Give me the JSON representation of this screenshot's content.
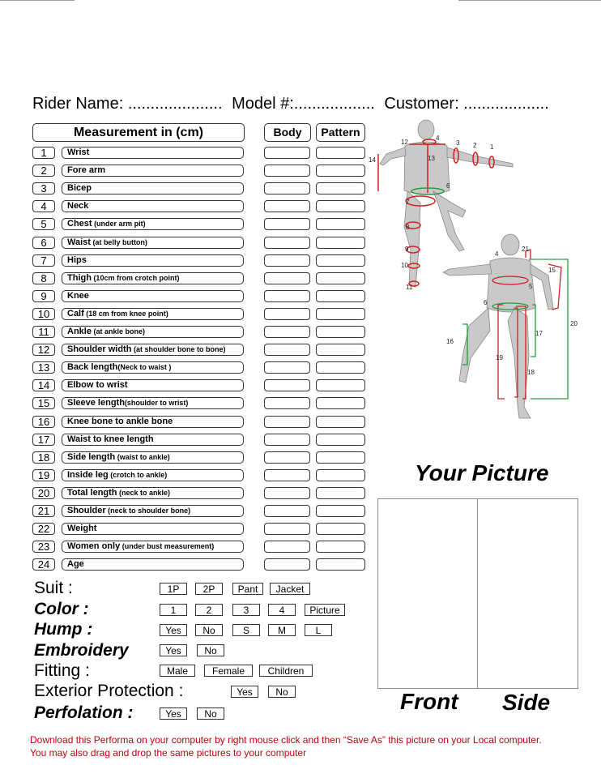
{
  "header": {
    "rider_name": "Rider Name: .....................",
    "model": "Model #:..................",
    "customer": "Customer: ..................."
  },
  "table": {
    "title": "Measurement in (cm)",
    "col_body": "Body",
    "col_pattern": "Pattern",
    "rows": [
      {
        "num": "1",
        "label": "Wrist",
        "sub": ""
      },
      {
        "num": "2",
        "label": "Fore arm",
        "sub": ""
      },
      {
        "num": "3",
        "label": "Bicep",
        "sub": ""
      },
      {
        "num": "4",
        "label": "Neck",
        "sub": ""
      },
      {
        "num": "5",
        "label": "Chest",
        "sub": " (under arm pit)"
      },
      {
        "num": "6",
        "label": "Waist",
        "sub": " (at belly button)"
      },
      {
        "num": "7",
        "label": "Hips",
        "sub": ""
      },
      {
        "num": "8",
        "label": "Thigh",
        "sub": " (10cm from crotch point)"
      },
      {
        "num": "9",
        "label": "Knee",
        "sub": ""
      },
      {
        "num": "10",
        "label": "Calf",
        "sub": " (18 cm from knee point)"
      },
      {
        "num": "11",
        "label": "Ankle",
        "sub": " (at ankle bone)"
      },
      {
        "num": "12",
        "label": "Shoulder width",
        "sub": " (at shoulder bone to bone)"
      },
      {
        "num": "13",
        "label": "Back length",
        "sub": "(Neck to waist )"
      },
      {
        "num": "14",
        "label": "Elbow to wrist",
        "sub": ""
      },
      {
        "num": "15",
        "label": "Sleeve length",
        "sub": "(shoulder to wrist)"
      },
      {
        "num": "16",
        "label": "Knee bone to ankle bone",
        "sub": ""
      },
      {
        "num": "17",
        "label": "Waist to knee length",
        "sub": ""
      },
      {
        "num": "18",
        "label": "Side length",
        "sub": " (waist to ankle)"
      },
      {
        "num": "19",
        "label": "Inside leg",
        "sub": " (crotch to ankle)"
      },
      {
        "num": "20",
        "label": "Total length",
        "sub": " (neck to ankle)"
      },
      {
        "num": "21",
        "label": "Shoulder",
        "sub": " (neck to shoulder bone)"
      },
      {
        "num": "22",
        "label": "Weight",
        "sub": ""
      },
      {
        "num": "23",
        "label": "Women only",
        "sub": " (under bust measurement)"
      },
      {
        "num": "24",
        "label": "Age",
        "sub": ""
      }
    ]
  },
  "options": {
    "suit": {
      "label": "Suit :",
      "choices": [
        "1P",
        "2P",
        "Pant",
        "Jacket"
      ]
    },
    "color": {
      "label": "Color :",
      "choices": [
        "1",
        "2",
        "3",
        "4",
        "Picture"
      ]
    },
    "hump": {
      "label": "Hump :",
      "choices": [
        "Yes",
        "No",
        "S",
        "M",
        "L"
      ]
    },
    "embroidery": {
      "label": "Embroidery",
      "choices": [
        "Yes",
        "No"
      ]
    },
    "fitting": {
      "label": "Fitting :",
      "choices": [
        "Male",
        "Female",
        "Children"
      ]
    },
    "exterior": {
      "label": "Exterior Protection :",
      "choices": [
        "Yes",
        "No"
      ]
    },
    "perforation": {
      "label": "Perfolation :",
      "choices": [
        "Yes",
        "No"
      ]
    }
  },
  "picture": {
    "title": "Your Picture",
    "front": "Front",
    "side": "Side"
  },
  "figure_labels": {
    "back": [
      "12",
      "4",
      "3",
      "2",
      "1",
      "14",
      "13",
      "6",
      "7",
      "8",
      "9",
      "10",
      "11"
    ],
    "front": [
      "21",
      "4",
      "15",
      "5",
      "6",
      "20",
      "17",
      "16",
      "19",
      "18"
    ]
  },
  "notes": {
    "line1": "Download this Performa on your computer by right mouse click and then “Save As” this picture on your Local computer.",
    "line2": "You may also drag and drop the same pictures to your computer"
  },
  "colors": {
    "note_red": "#c0000c",
    "measure_red": "#d02020",
    "measure_green": "#2a9a3a"
  }
}
